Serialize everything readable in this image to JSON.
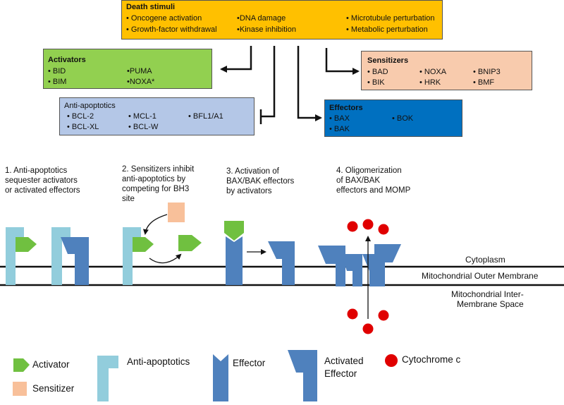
{
  "death_stimuli": {
    "title": "Death stimuli",
    "items": [
      "• Oncogene activation",
      "• Growth-factor withdrawal",
      "•DNA damage",
      "•Kinase inhibition",
      "• Microtubule perturbation",
      "• Metabolic perturbation"
    ]
  },
  "activators": {
    "title": "Activators",
    "items": [
      "• BID",
      "• BIM",
      "•PUMA",
      "•NOXA*"
    ]
  },
  "sensitizers": {
    "title": "Sensitizers",
    "items": [
      "• BAD",
      "• BIK",
      "• NOXA",
      "• HRK",
      "• BNIP3",
      "• BMF"
    ]
  },
  "anti_apoptotics": {
    "title": "Anti-apoptotics",
    "items": [
      "• BCL-2",
      "• BCL-XL",
      "• MCL-1",
      "• BCL-W",
      "• BFL1/A1"
    ]
  },
  "effectors": {
    "title": "Effectors",
    "items": [
      "• BAX",
      "• BAK",
      "• BOK"
    ]
  },
  "steps": [
    [
      "1. Anti-apoptotics",
      "sequester activators",
      "or activated effectors"
    ],
    [
      "2. Sensitizers inhibit",
      "anti-apoptotics by",
      "competing for BH3",
      "site"
    ],
    [
      "3. Activation of",
      "BAX/BAK effectors",
      "by activators"
    ],
    [
      "4. Oligomerization",
      "of BAX/BAK",
      "effectors and MOMP"
    ]
  ],
  "regions": {
    "cytoplasm": "Cytoplasm",
    "outer_membrane": "Mitochondrial Outer Membrane",
    "inter_membrane": [
      "Mitochondrial Inter-",
      "Membrane Space"
    ]
  },
  "legend": {
    "activator": "Activator",
    "sensitizer": "Sensitizer",
    "anti_apoptotics": "Anti-apoptotics",
    "effector": "Effector",
    "activated_effector": [
      "Activated",
      "Effector"
    ],
    "cytochrome": "Cytochrome c"
  },
  "colors": {
    "death_stimuli_fill": "#FFC000",
    "activators_fill": "#92D050",
    "sensitizers_fill": "#F8CBAD",
    "anti_apoptotics_fill": "#B4C7E7",
    "effectors_fill": "#0070C0",
    "activator_shape": "#70C040",
    "anti_apoptotic_shape": "#92CDDC",
    "effector_shape": "#4F81BD",
    "sensitizer_shape": "#F8C09A",
    "cytochrome": "#E00000"
  }
}
